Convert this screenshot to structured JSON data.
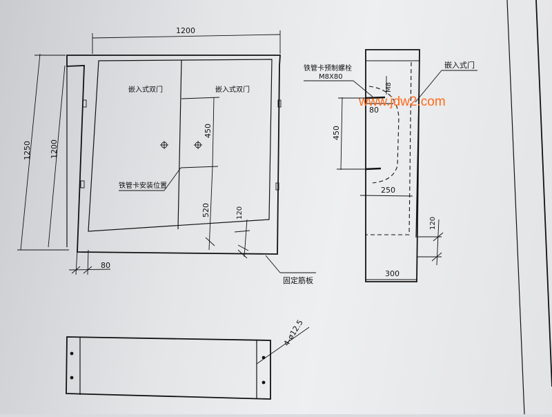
{
  "front_view": {
    "dim_width": "1200",
    "dim_total_height": "1250",
    "dim_cabinet_height": "1200",
    "label_door_left": "嵌入式双门",
    "label_door_right": "嵌入式双门",
    "dim_door_450": "450",
    "dim_520": "520",
    "dim_120": "120",
    "dim_80": "80",
    "label_pipe_clamp_position": "铁管卡安装位置",
    "label_fixing_rib_plate": "固定筋板"
  },
  "side_view": {
    "label_pipe_clamp_bolt": "铁管卡预制螺栓",
    "label_bolt_spec": "M8X80",
    "dim_m8": "M8",
    "dim_80": "80",
    "dim_450": "450",
    "dim_250": "250",
    "dim_120": "120",
    "dim_300": "300",
    "label_embedded_door": "嵌入式门"
  },
  "plate_view": {
    "label_holes": "4-ø12.5"
  },
  "watermark": "www.jdw2.com"
}
